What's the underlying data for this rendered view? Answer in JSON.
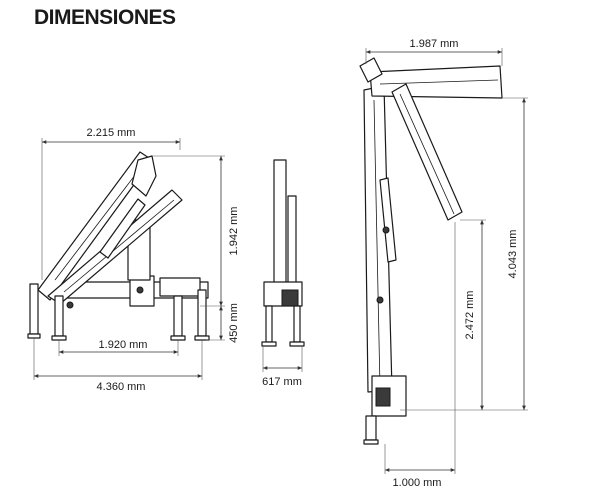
{
  "title": "DIMENSIONES",
  "dimensions": {
    "side_width": "2.215 mm",
    "side_height": "1.942 mm",
    "base_height": "450 mm",
    "stabilizer_span": "1.920 mm",
    "total_span": "4.360 mm",
    "column_width": "617 mm",
    "reach_top": "1.987 mm",
    "max_height": "4.043 mm",
    "hook_height": "2.472 mm",
    "base_offset": "1.000 mm"
  }
}
